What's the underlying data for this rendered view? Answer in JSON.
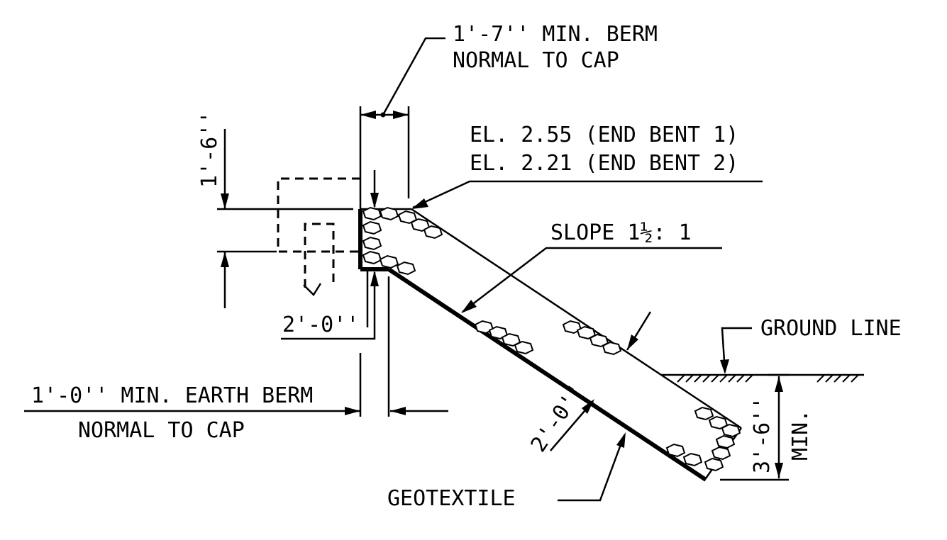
{
  "labels": {
    "berm_min_line1": "1'-7'' MIN. BERM",
    "berm_min_line2": "NORMAL TO CAP",
    "elevation_bent1": "EL. 2.55 (END BENT 1)",
    "elevation_bent2": "EL. 2.21 (END BENT 2)",
    "slope": "SLOPE 1½: 1",
    "ground_line": "GROUND LINE",
    "earth_berm_line1": "1'-0'' MIN. EARTH BERM",
    "earth_berm_line2": "NORMAL TO CAP",
    "geotextile": "GEOTEXTILE"
  },
  "dimensions": {
    "cap_height": "1'-6''",
    "cap_offset": "2'-0''",
    "riprap_thickness": "2'-0''",
    "toe_depth": "3'-6''",
    "toe_depth_suffix": "MIN."
  }
}
